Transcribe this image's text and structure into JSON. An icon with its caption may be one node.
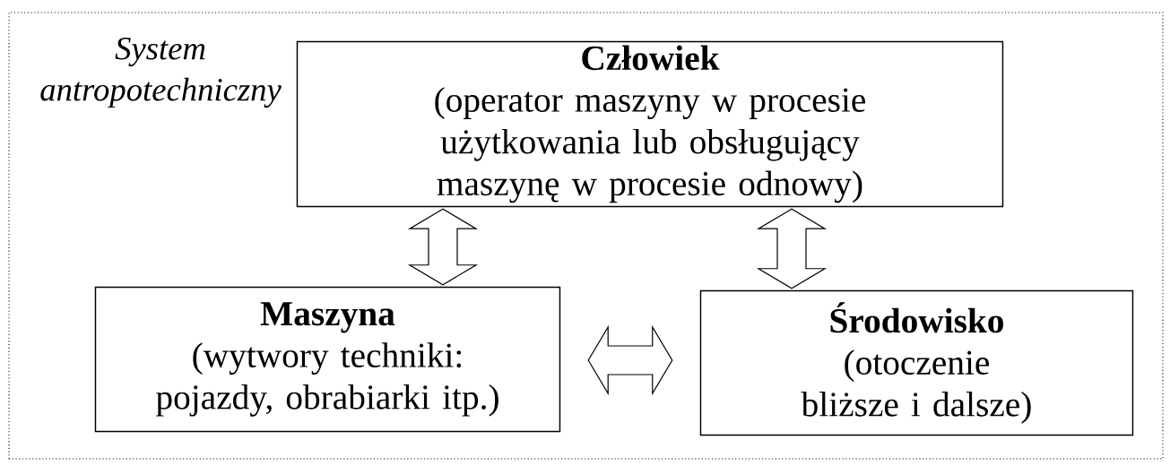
{
  "diagram": {
    "nodes": [
      {
        "text": [
          "System antropotechniczny"
        ]
      },
      {
        "text": [
          "Człowiek",
          "(operator maszyny w procesie użytkowania lub obsługujący maszynę w procesie odnowy)"
        ],
        "in": 0
      },
      {
        "text": [
          "Maszyna",
          "(wytwory techniki: pojazdy, obrabiarki itp.)"
        ],
        "in": 0
      },
      {
        "text": [
          "Środowisko",
          "(otoczenie bliższe i dalsze)"
        ],
        "in": 0
      }
    ],
    "edges": [
      {
        "from": 1,
        "to": 2,
        "arrow": "both"
      },
      {
        "from": 1,
        "to": 3,
        "arrow": "both"
      },
      {
        "from": 2,
        "to": 3,
        "arrow": "both"
      }
    ]
  }
}
